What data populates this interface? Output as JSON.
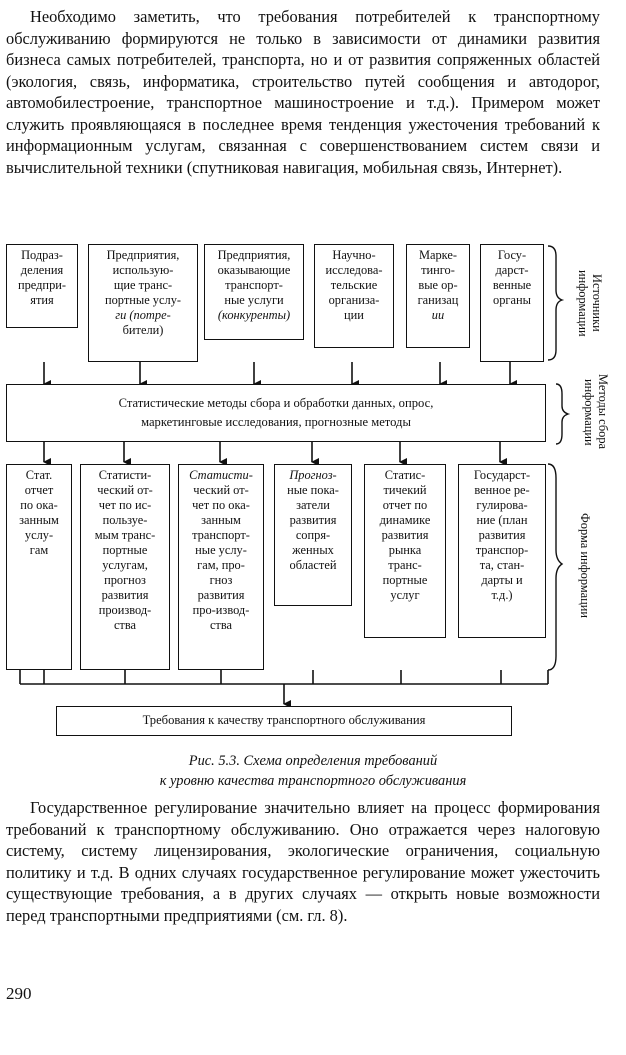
{
  "page": {
    "para1": "Необходимо заметить, что требования потребителей к транспортному обслуживанию формируются не только в зависимости от динамики развития бизнеса самых потребителей, транспорта, но и от развития сопряженных областей (экология, связь, информатика, строительство путей сообщения и автодорог, автомобилестроение, транспортное машиностроение и т.д.). Примером может служить проявляющаяся в последнее время тенденция ужесточения требований к информационным услугам, связанная с совершенствованием систем связи и вычислительной техники (спутниковая навигация, мобильная связь, Интернет).",
    "para2": "Государственное регулирование значительно влияет на процесс формирования требований к транспортному обслуживанию. Оно отражается через налоговую систему, систему лицензирования, экологические ограничения, социальную политику и т.д. В одних случаях государственное регулирование может ужесточить существующие требования, а в других случаях — открыть новые возможности перед транспортными предприятиями (см. гл. 8).",
    "caption_line1": "Рис. 5.3. Схема определения требований",
    "caption_line2": "к уровню качества транспортного обслуживания",
    "page_number": "290"
  },
  "diagram": {
    "sources": [
      {
        "lines": [
          "Подраз-",
          "деления",
          "предпри-",
          "ятия"
        ]
      },
      {
        "lines": [
          "Предприятия,",
          "использую-",
          "щие транс-",
          "портные услу-"
        ],
        "italic_lines": [
          "ги (потре-",
          "бители)"
        ]
      },
      {
        "lines": [
          "Предприятия,",
          "оказывающие",
          "транспорт-",
          "ные    услуги"
        ],
        "italic_lines": [
          "(конкуренты)"
        ]
      },
      {
        "lines": [
          "Научно-",
          "исследова-",
          "тельские",
          "организа-",
          "ции"
        ]
      },
      {
        "lines": [
          "Марке-",
          "тинго-",
          "вые ор-",
          "ганизац",
          "ии"
        ]
      },
      {
        "lines": [
          "Госу-",
          "дарст-",
          "венные",
          "органы"
        ]
      }
    ],
    "methods_line1": "Статистические методы сбора и обработки данных, опрос,",
    "methods_line2": "маркетинговые исследования, прогнозные методы",
    "forms": [
      {
        "lines": [
          "Стат.",
          "отчет",
          "по ока-",
          "занным",
          "услу-",
          "гам"
        ]
      },
      {
        "lines": [
          "Статисти-",
          "ческий от-",
          "чет по ис-",
          "пользуе-",
          "мым транс-",
          "портные",
          "услугам,",
          "прогноз",
          "развития",
          "производ-",
          "ства"
        ]
      },
      {
        "lines": [
          "Статисти-",
          "ческий от-",
          "чет по ока-",
          "занным",
          "транспорт-",
          "ные услу-",
          "гам, про-",
          "гноз",
          "развития",
          "про-извод-",
          "ства"
        ]
      },
      {
        "lines": [
          "Прогноз-",
          "ные пока-",
          "затели",
          "развития",
          "сопря-",
          "женных",
          "областей"
        ]
      },
      {
        "lines": [
          "Статис-",
          "тичекий",
          "отчет по",
          "динамике",
          "развития",
          "рынка",
          "транс-",
          "портные",
          "услуг"
        ]
      },
      {
        "lines": [
          "Государст-",
          "венное ре-",
          "гулирова-",
          "ние (план",
          "развития",
          "транспор-",
          "та, стан-",
          "дарты и",
          "т.д.)"
        ]
      }
    ],
    "requirements": "Требования к качеству транспортного обслуживания",
    "side_sources": "Источники информации",
    "side_methods": "Методы сбора информации",
    "side_forms": "Форма информации"
  }
}
